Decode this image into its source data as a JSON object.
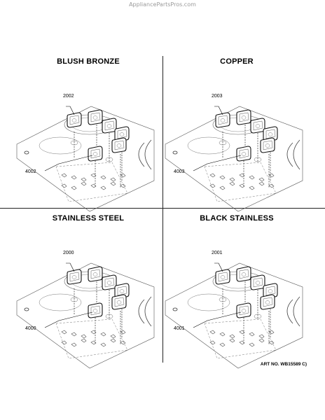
{
  "watermark": "AppliancePartsPros.com",
  "panels": [
    {
      "title": "BLUSH BRONZE",
      "knob_part": "2002",
      "sub_part": "4002"
    },
    {
      "title": "COPPER",
      "knob_part": "2003",
      "sub_part": "4003"
    },
    {
      "title": "STAINLESS STEEL",
      "knob_part": "2000",
      "sub_part": "4000"
    },
    {
      "title": "BLACK STAINLESS",
      "knob_part": "2001",
      "sub_part": "4001"
    }
  ],
  "art_no": "ART NO. WB15589 C)"
}
